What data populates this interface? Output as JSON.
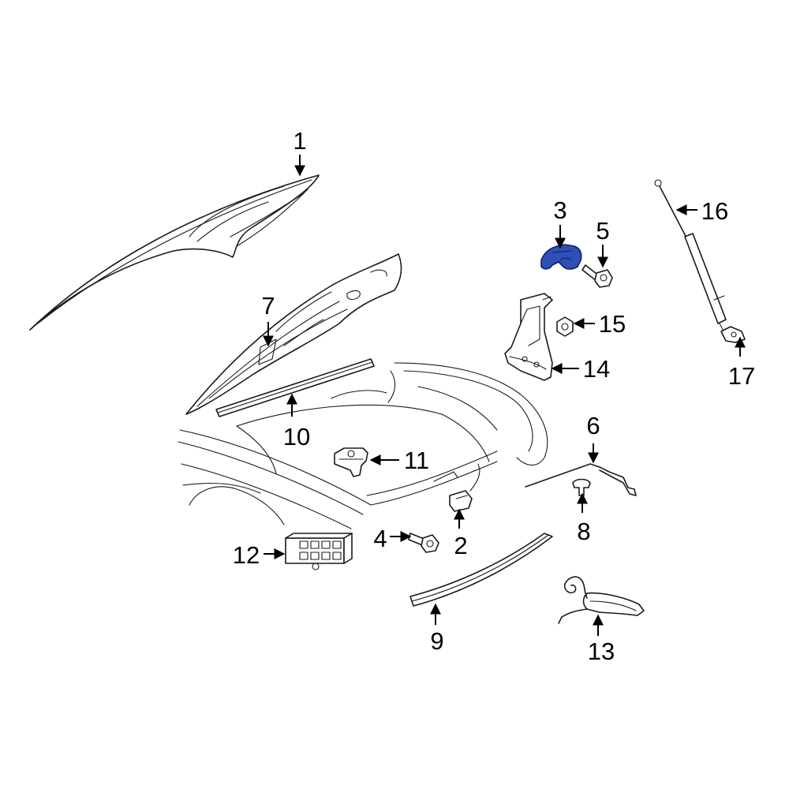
{
  "diagram": {
    "highlight_color": "#2f4fb8",
    "callouts": [
      {
        "id": "callout-1",
        "text": "1"
      },
      {
        "id": "callout-2",
        "text": "2"
      },
      {
        "id": "callout-3",
        "text": "3"
      },
      {
        "id": "callout-4",
        "text": "4"
      },
      {
        "id": "callout-5",
        "text": "5"
      },
      {
        "id": "callout-6",
        "text": "6"
      },
      {
        "id": "callout-7",
        "text": "7"
      },
      {
        "id": "callout-8",
        "text": "8"
      },
      {
        "id": "callout-9",
        "text": "9"
      },
      {
        "id": "callout-10",
        "text": "10"
      },
      {
        "id": "callout-11",
        "text": "11"
      },
      {
        "id": "callout-12",
        "text": "12"
      },
      {
        "id": "callout-13",
        "text": "13"
      },
      {
        "id": "callout-14",
        "text": "14"
      },
      {
        "id": "callout-15",
        "text": "15"
      },
      {
        "id": "callout-16",
        "text": "16"
      },
      {
        "id": "callout-17",
        "text": "17"
      }
    ]
  }
}
